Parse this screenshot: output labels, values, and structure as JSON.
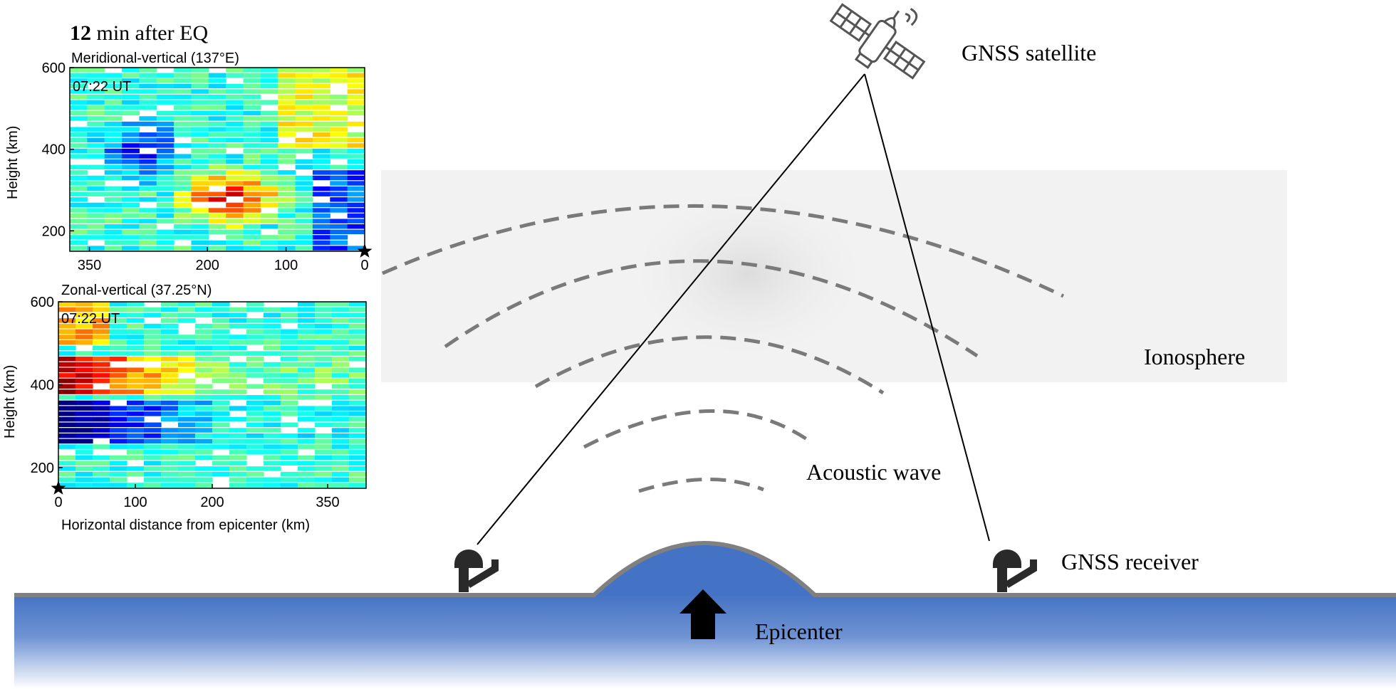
{
  "panel_title": {
    "number": "12",
    "rest": " min after EQ"
  },
  "colors": {
    "ionosphere_band": "#f2f2f2",
    "wave_dash": "#7a7a7a",
    "ground_line": "#808080",
    "ocean_top": "#4472c4",
    "ocean_bottom": "#ffffff",
    "receiver": "#2a2a2a",
    "satellite": "#555555"
  },
  "labels": {
    "satellite": "GNSS satellite",
    "ionosphere": "Ionosphere",
    "acoustic_wave": "Acoustic wave",
    "receiver": "GNSS receiver",
    "epicenter": "Epicenter"
  },
  "icons": {
    "satellite": "satellite-icon",
    "receiver": "gnss-receiver-icon",
    "epicenter_marker": "star-icon",
    "uplift": "up-arrow-icon"
  },
  "chart_data": [
    {
      "type": "heatmap",
      "title": "Meridional-vertical (137°E)",
      "time_label": "07:22 UT",
      "ylabel": "Height (km)",
      "xlabel": "",
      "xlim": [
        375,
        0
      ],
      "ylim": [
        150,
        600
      ],
      "xticks": [
        350,
        200,
        100,
        0
      ],
      "yticks": [
        200,
        400,
        600
      ],
      "epicenter_marker_x": 0,
      "x_reversed": true
    },
    {
      "type": "heatmap",
      "title": "Zonal-vertical (37.25°N)",
      "time_label": "07:22 UT",
      "ylabel": "Height (km)",
      "xlabel": "Horizontal distance from epicenter (km)",
      "xlim": [
        0,
        400
      ],
      "ylim": [
        150,
        600
      ],
      "xticks": [
        0,
        100,
        200,
        350
      ],
      "yticks": [
        200,
        400,
        600
      ],
      "epicenter_marker_x": 0,
      "x_reversed": false
    }
  ]
}
